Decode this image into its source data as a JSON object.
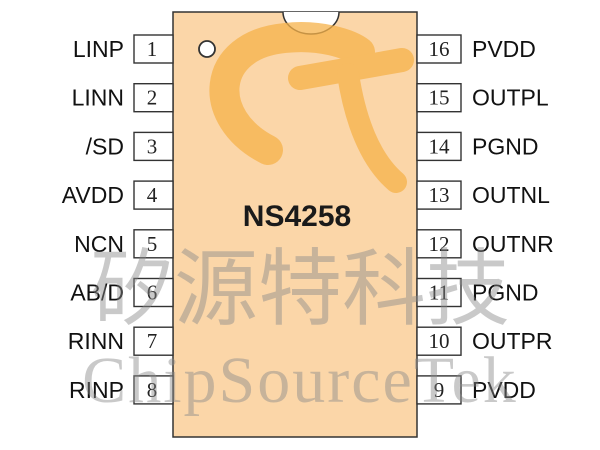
{
  "chip": {
    "name": "NS4258",
    "body_color": "#fbd6a8",
    "logo_color": "#f6b24a"
  },
  "watermark": {
    "cn": "矽源特科技",
    "en": "ChipSourceTek"
  },
  "left_pins": [
    {
      "num": "1",
      "label": "LINP"
    },
    {
      "num": "2",
      "label": "LINN"
    },
    {
      "num": "3",
      "label": "/SD"
    },
    {
      "num": "4",
      "label": "AVDD"
    },
    {
      "num": "5",
      "label": "NCN"
    },
    {
      "num": "6",
      "label": "AB/D"
    },
    {
      "num": "7",
      "label": "RINN"
    },
    {
      "num": "8",
      "label": "RINP"
    }
  ],
  "right_pins": [
    {
      "num": "16",
      "label": "PVDD"
    },
    {
      "num": "15",
      "label": "OUTPL"
    },
    {
      "num": "14",
      "label": "PGND"
    },
    {
      "num": "13",
      "label": "OUTNL"
    },
    {
      "num": "12",
      "label": "OUTNR"
    },
    {
      "num": "11",
      "label": "PGND"
    },
    {
      "num": "10",
      "label": "OUTPR"
    },
    {
      "num": "9",
      "label": "PVDD"
    }
  ]
}
